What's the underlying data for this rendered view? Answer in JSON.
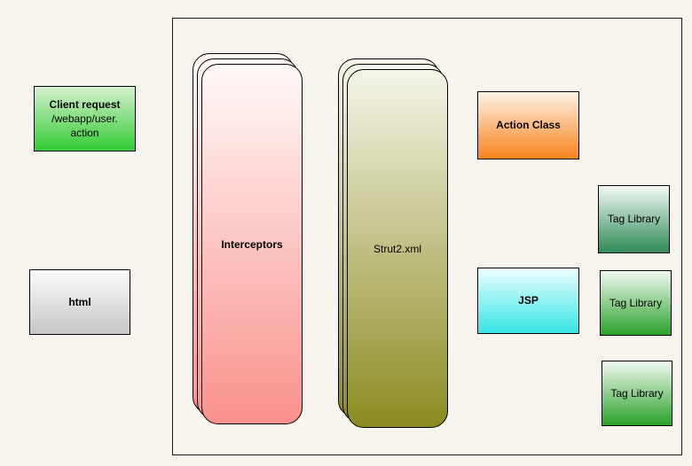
{
  "canvas": {
    "background": "#f8f5ee",
    "frame_border": "#1c1c1c"
  },
  "nodes": {
    "client_request": {
      "title": "Client request",
      "path_line1": "/webapp/user.",
      "path_line2": "action",
      "fill_top": "#d6f0d0",
      "fill_bottom": "#33cc33"
    },
    "html": {
      "label": "html",
      "fill_top": "#fcfcfc",
      "fill_bottom": "#c6c6c6"
    },
    "interceptors": {
      "label": "Interceptors",
      "stack_count": 3,
      "fill_top": "#fff9f8",
      "fill_bottom": "#f9918d"
    },
    "strut2_xml": {
      "label": "Strut2.xml",
      "stack_count": 3,
      "fill_top": "#f5f5e9",
      "fill_bottom": "#8b8b21"
    },
    "action_class": {
      "label": "Action Class",
      "fill_top": "#fdf4e9",
      "fill_bottom": "#f8821a"
    },
    "jsp": {
      "label": "JSP",
      "fill_top": "#edfeff",
      "fill_bottom": "#36e5e5"
    },
    "tag_libraries": [
      {
        "label": "Tag Library",
        "fill_top": "#f2f8f4",
        "fill_bottom": "#2e8b57"
      },
      {
        "label": "Tag Library",
        "fill_top": "#f2faf2",
        "fill_bottom": "#2aa12a"
      },
      {
        "label": "Tag Library",
        "fill_top": "#f2faf2",
        "fill_bottom": "#2aa12a"
      }
    ]
  }
}
